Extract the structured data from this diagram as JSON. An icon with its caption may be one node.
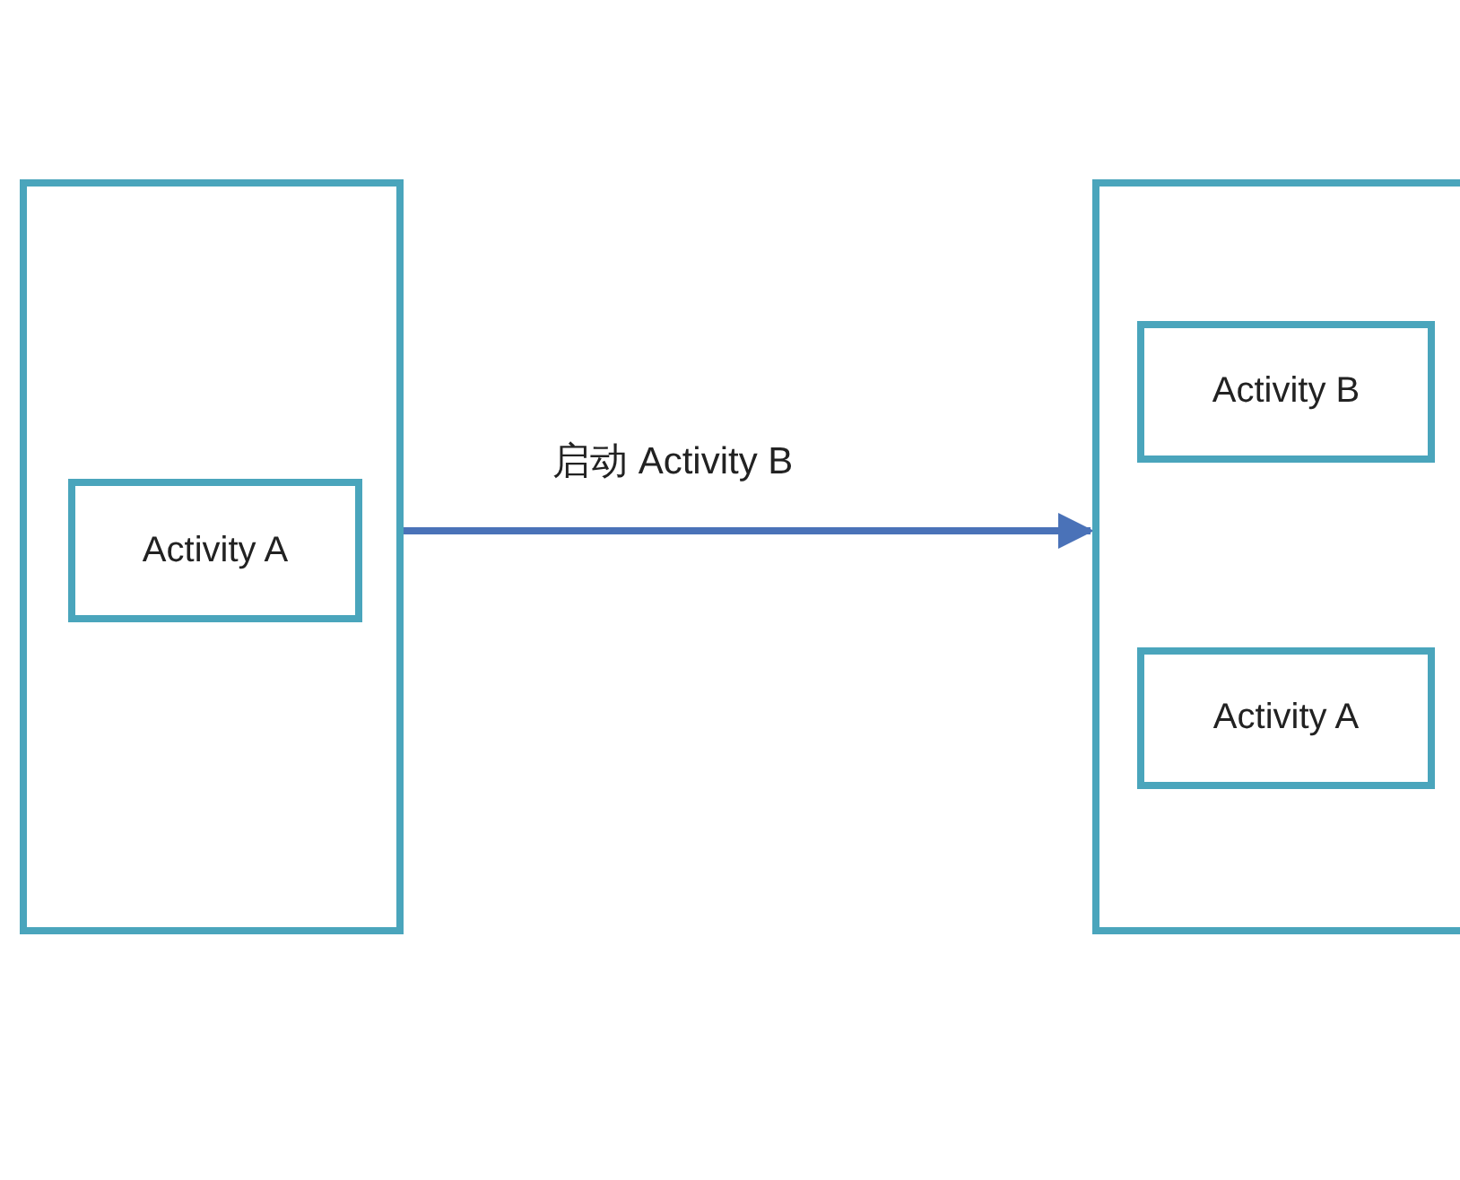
{
  "diagram": {
    "nodes": [
      {
        "text": [],
        "shape": "box"
      },
      {
        "text": [
          "Activity A"
        ],
        "in": 0
      },
      {
        "text": [],
        "shape": "box"
      },
      {
        "text": [
          "Activity B"
        ],
        "in": 2
      },
      {
        "text": [
          "Activity A"
        ],
        "in": 2
      }
    ],
    "edges": [
      {
        "from": 0,
        "to": 2,
        "arrow": "to",
        "label": "启动 Activity B"
      }
    ]
  }
}
